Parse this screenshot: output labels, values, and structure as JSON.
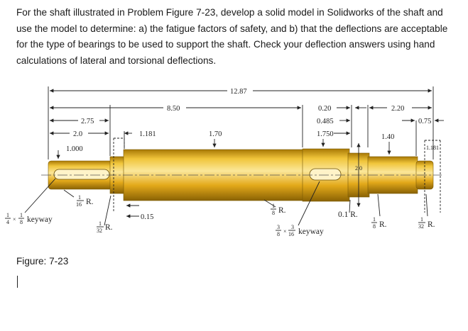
{
  "problem": {
    "text": "For the shaft illustrated in Problem Figure 7-23, develop a solid model in Solidworks of the shaft and use the model to determine: a) the fatigue factors of safety, and b) that the deflections are acceptable for the type of bearings to be used to support the shaft.  Check your deflection answers using hand calculations of lateral and torsional deflections."
  },
  "figure": {
    "caption": "Figure: 7-23",
    "dimensions": {
      "overall": "12.87",
      "d_8_50": "8.50",
      "d_2_75": "2.75",
      "d_2_0": "2.0",
      "d_1_000": "1.000",
      "d_1_181": "1.181",
      "d_1_70": "1.70",
      "d_0_20": "0.20",
      "d_0_485": "0.485",
      "d_1_750": "1.750",
      "d_2_20": "2.20",
      "d_0_75": "0.75",
      "d_1_40": "1.40",
      "d_1_181_right": "1.181",
      "d_2_0_groove": "2.0",
      "d_0_15": "0.15"
    },
    "notes": {
      "r_1_16": "R.",
      "r_1_32_left": "R.",
      "r_1_8_mid": "R.",
      "r_0_1": "0.1 R.",
      "r_1_8_right": "R.",
      "r_1_32_right": "R.",
      "keyway_left": "keyway",
      "keyway_mid": "keyway"
    },
    "fractions": {
      "one": "1",
      "sixteen": "16",
      "thirtytwo": "32",
      "eight": "8",
      "four": "4",
      "three": "3",
      "times": "×"
    },
    "colors": {
      "shaft": "#e8b21c",
      "shaft_light": "#f7d970",
      "shaft_dark": "#b8860b",
      "line": "#222222"
    }
  }
}
